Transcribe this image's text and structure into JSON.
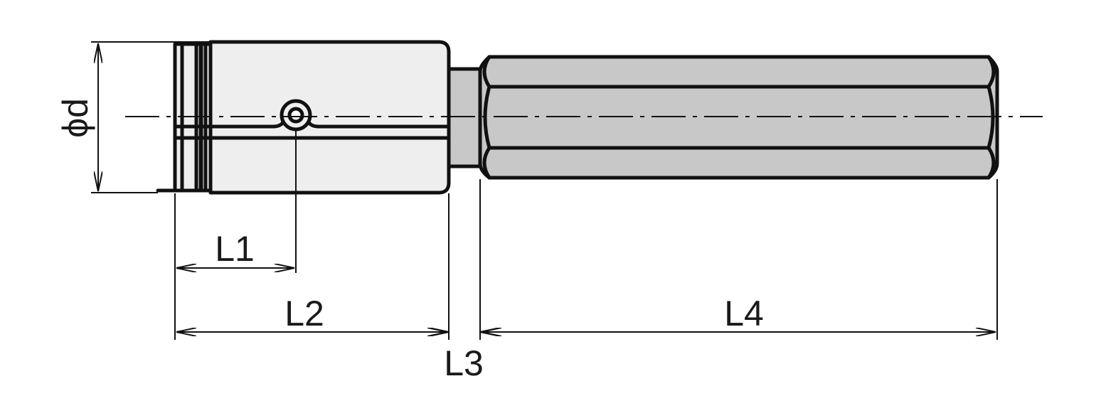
{
  "dimensions": {
    "diameter_label": "ϕd",
    "L1": "L1",
    "L2": "L2",
    "L3": "L3",
    "L4": "L4"
  },
  "colors": {
    "outline": "#111111",
    "holder_fill": "#eeeeee",
    "shank_fill": "#c8c8c8",
    "background": "#ffffff"
  }
}
